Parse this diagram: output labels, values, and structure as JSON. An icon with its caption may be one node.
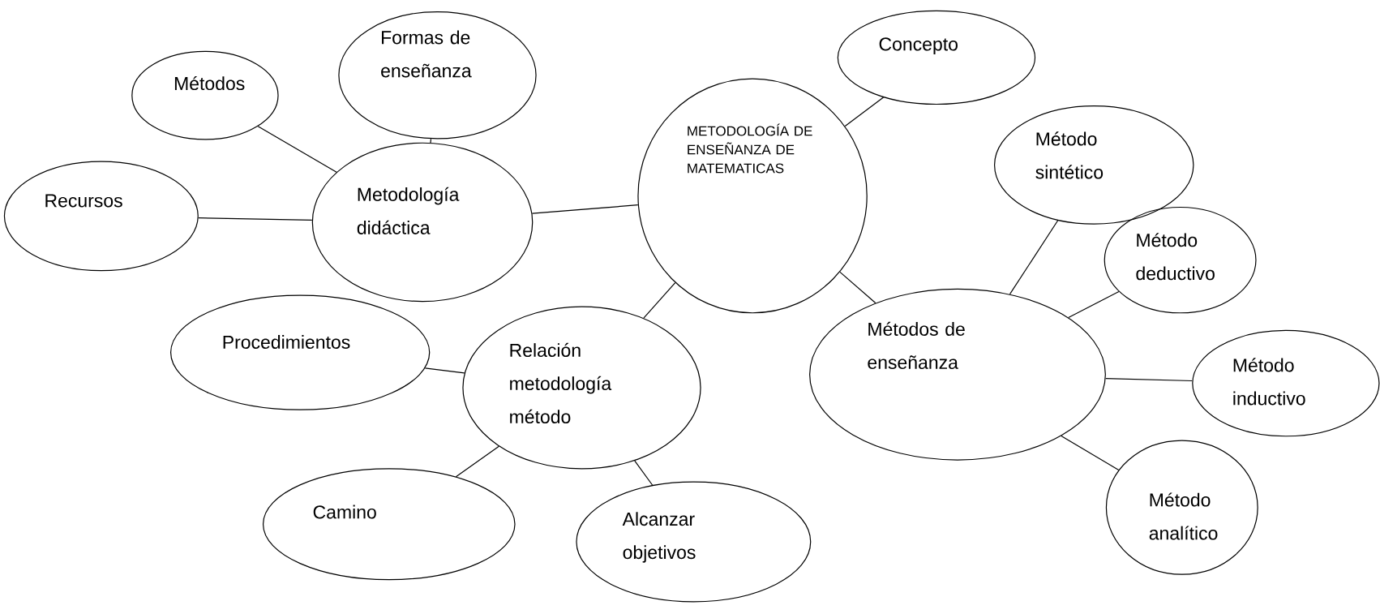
{
  "diagram": {
    "nodes": [
      {
        "text": [
          "METODOLOGÍA DE ENSEÑANZA DE MATEMATICAS"
        ]
      },
      {
        "text": [
          "Concepto"
        ]
      },
      {
        "text": [
          "Metodología didáctica"
        ]
      },
      {
        "text": [
          "Formas de enseñanza"
        ]
      },
      {
        "text": [
          "Métodos"
        ]
      },
      {
        "text": [
          "Recursos"
        ]
      },
      {
        "text": [
          "Relación metodología método"
        ]
      },
      {
        "text": [
          "Procedimientos"
        ]
      },
      {
        "text": [
          "Camino"
        ]
      },
      {
        "text": [
          "Alcanzar objetivos"
        ]
      },
      {
        "text": [
          "Métodos de enseñanza"
        ]
      },
      {
        "text": [
          "Método sintético"
        ]
      },
      {
        "text": [
          "Método deductivo"
        ]
      },
      {
        "text": [
          "Método inductivo"
        ]
      },
      {
        "text": [
          "Método analítico"
        ]
      }
    ],
    "edges": [
      {
        "from": 0,
        "to": 1,
        "arrow": "none"
      },
      {
        "from": 0,
        "to": 2,
        "arrow": "none"
      },
      {
        "from": 2,
        "to": 3,
        "arrow": "none"
      },
      {
        "from": 2,
        "to": 4,
        "arrow": "none"
      },
      {
        "from": 2,
        "to": 5,
        "arrow": "none"
      },
      {
        "from": 0,
        "to": 6,
        "arrow": "none"
      },
      {
        "from": 6,
        "to": 7,
        "arrow": "none"
      },
      {
        "from": 6,
        "to": 8,
        "arrow": "none"
      },
      {
        "from": 6,
        "to": 9,
        "arrow": "none"
      },
      {
        "from": 0,
        "to": 10,
        "arrow": "none"
      },
      {
        "from": 10,
        "to": 11,
        "arrow": "none"
      },
      {
        "from": 10,
        "to": 12,
        "arrow": "none"
      },
      {
        "from": 10,
        "to": 13,
        "arrow": "none"
      },
      {
        "from": 10,
        "to": 14,
        "arrow": "none"
      }
    ]
  }
}
